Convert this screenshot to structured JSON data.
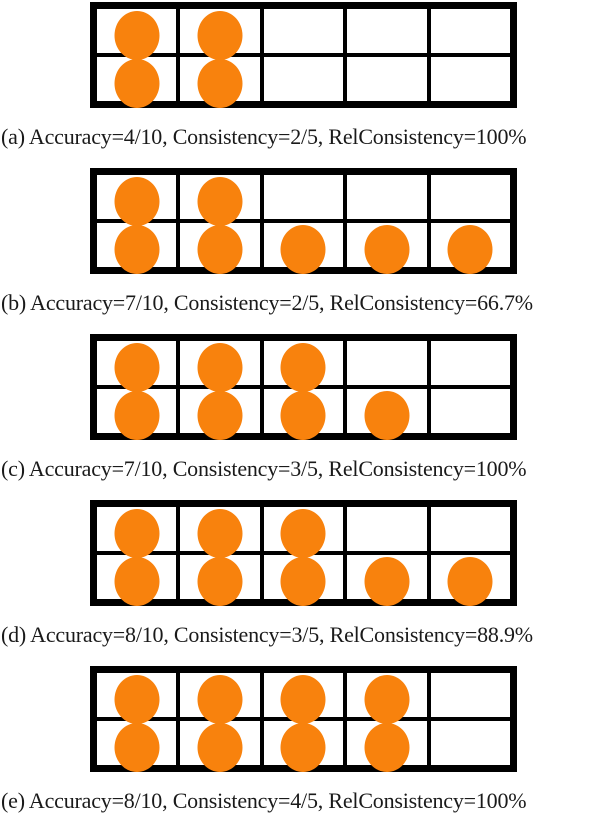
{
  "style": {
    "dot_color": "#F8820D",
    "grid_border_color": "#000000",
    "page_background": "#ffffff"
  },
  "figures": [
    {
      "label": "a",
      "caption": "(a) Accuracy=4/10, Consistency=2/5, RelConsistency=100%",
      "metrics": {
        "accuracy": "4/10",
        "consistency": "2/5",
        "rel_consistency": "100%"
      },
      "grid": {
        "rows": 2,
        "cols": 5,
        "dots": [
          [
            1,
            1,
            0,
            0,
            0
          ],
          [
            1,
            1,
            0,
            0,
            0
          ]
        ]
      }
    },
    {
      "label": "b",
      "caption": "(b) Accuracy=7/10, Consistency=2/5, RelConsistency=66.7%",
      "metrics": {
        "accuracy": "7/10",
        "consistency": "2/5",
        "rel_consistency": "66.7%"
      },
      "grid": {
        "rows": 2,
        "cols": 5,
        "dots": [
          [
            1,
            1,
            0,
            0,
            0
          ],
          [
            1,
            1,
            1,
            1,
            1
          ]
        ]
      }
    },
    {
      "label": "c",
      "caption": "(c) Accuracy=7/10, Consistency=3/5, RelConsistency=100%",
      "metrics": {
        "accuracy": "7/10",
        "consistency": "3/5",
        "rel_consistency": "100%"
      },
      "grid": {
        "rows": 2,
        "cols": 5,
        "dots": [
          [
            1,
            1,
            1,
            0,
            0
          ],
          [
            1,
            1,
            1,
            1,
            0
          ]
        ]
      }
    },
    {
      "label": "d",
      "caption": "(d) Accuracy=8/10, Consistency=3/5, RelConsistency=88.9%",
      "metrics": {
        "accuracy": "8/10",
        "consistency": "3/5",
        "rel_consistency": "88.9%"
      },
      "grid": {
        "rows": 2,
        "cols": 5,
        "dots": [
          [
            1,
            1,
            1,
            0,
            0
          ],
          [
            1,
            1,
            1,
            1,
            1
          ]
        ]
      }
    },
    {
      "label": "e",
      "caption": "(e) Accuracy=8/10, Consistency=4/5, RelConsistency=100%",
      "metrics": {
        "accuracy": "8/10",
        "consistency": "4/5",
        "rel_consistency": "100%"
      },
      "grid": {
        "rows": 2,
        "cols": 5,
        "dots": [
          [
            1,
            1,
            1,
            1,
            0
          ],
          [
            1,
            1,
            1,
            1,
            0
          ]
        ]
      }
    }
  ]
}
